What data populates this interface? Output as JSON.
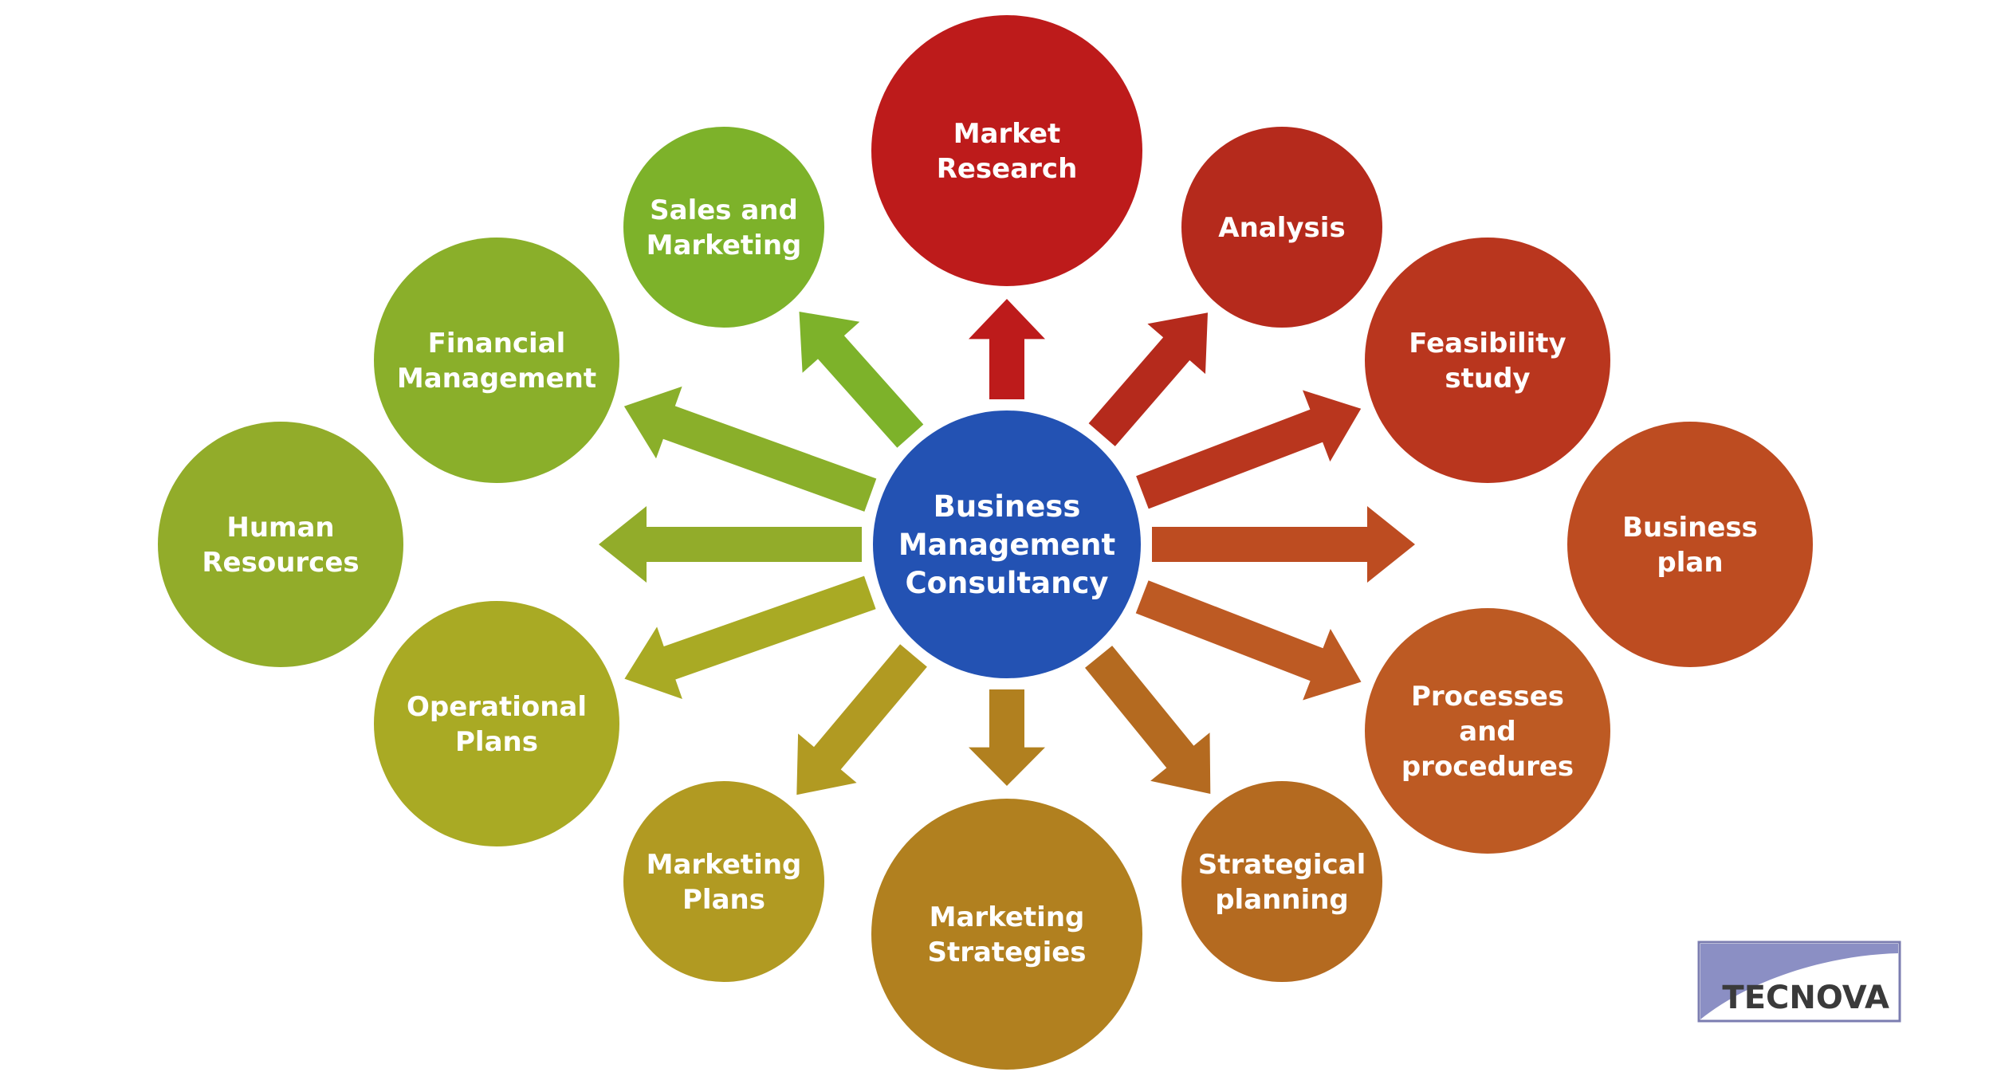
{
  "diagram": {
    "center": {
      "label_lines": [
        "Business",
        "Management",
        "Consultancy"
      ],
      "color": "#2352b3"
    },
    "nodes": [
      {
        "id": "market-research",
        "label_lines": [
          "Market",
          "Research"
        ],
        "color": "#bd1b1b"
      },
      {
        "id": "analysis",
        "label_lines": [
          "Analysis"
        ],
        "color": "#b52a1c"
      },
      {
        "id": "feasibility-study",
        "label_lines": [
          "Feasibility",
          "study"
        ],
        "color": "#b9361e"
      },
      {
        "id": "business-plan",
        "label_lines": [
          "Business",
          "plan"
        ],
        "color": "#bd4c21"
      },
      {
        "id": "processes-and-procedures",
        "label_lines": [
          "Processes",
          "and",
          "procedures"
        ],
        "color": "#bd5a23"
      },
      {
        "id": "strategical-planning",
        "label_lines": [
          "Strategical",
          "planning"
        ],
        "color": "#b46a20"
      },
      {
        "id": "marketing-strategies",
        "label_lines": [
          "Marketing",
          "Strategies"
        ],
        "color": "#b1801f"
      },
      {
        "id": "marketing-plans",
        "label_lines": [
          "Marketing",
          "Plans"
        ],
        "color": "#b19a22"
      },
      {
        "id": "operational-plans",
        "label_lines": [
          "Operational",
          "Plans"
        ],
        "color": "#a9aa24"
      },
      {
        "id": "human-resources",
        "label_lines": [
          "Human",
          "Resources"
        ],
        "color": "#92ac2a"
      },
      {
        "id": "financial-management",
        "label_lines": [
          "Financial",
          "Management"
        ],
        "color": "#8aaf2a"
      },
      {
        "id": "sales-and-marketing",
        "label_lines": [
          "Sales and",
          "Marketing"
        ],
        "color": "#7db22a"
      }
    ]
  },
  "logo": {
    "text": "TECNOVA",
    "border_color": "#7b7db0",
    "swoosh_color": "#8b8fc4",
    "text_color": "#3a3a3a"
  }
}
